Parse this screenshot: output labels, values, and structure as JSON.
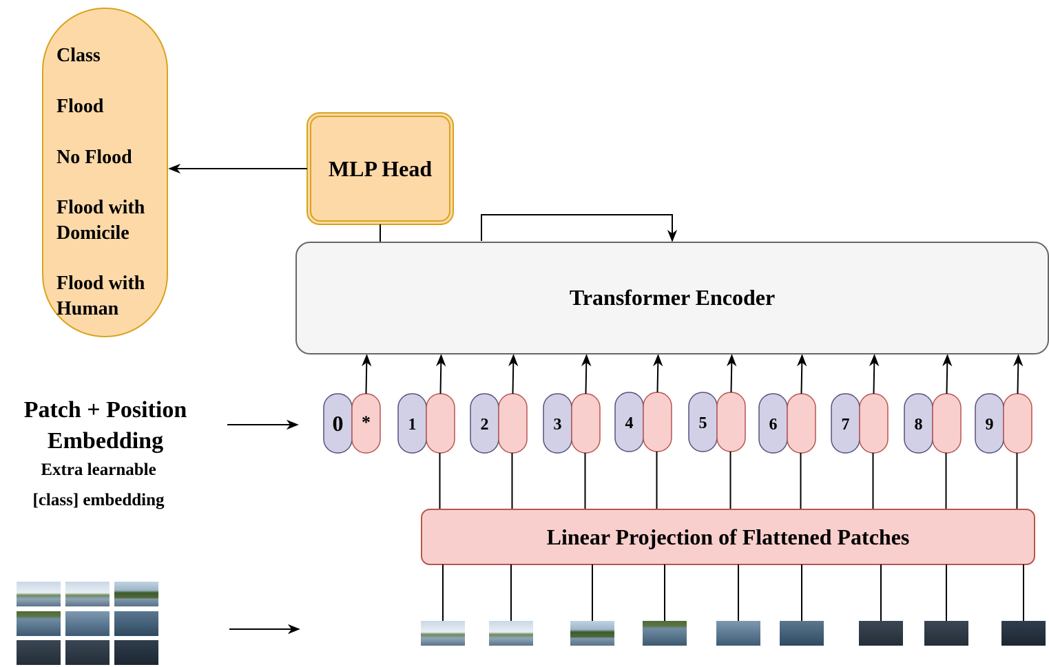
{
  "output_classes": {
    "header": "Class",
    "items": [
      "Flood",
      "No Flood",
      "Flood with\nDomicile",
      "Flood with\nHuman"
    ]
  },
  "mlp_head": {
    "label": "MLP Head"
  },
  "encoder": {
    "label": "Transformer Encoder"
  },
  "embedding": {
    "title_line1": "Patch + Position",
    "title_line2": "Embedding",
    "extra_line1": "Extra learnable",
    "extra_line2": "[class] embedding",
    "class_token_symbol": "*",
    "positions": [
      "0",
      "1",
      "2",
      "3",
      "4",
      "5",
      "6",
      "7",
      "8",
      "9"
    ]
  },
  "projection": {
    "label": "Linear Projection of Flattened Patches"
  },
  "patches": {
    "count": 9,
    "tones": [
      "sky-shore",
      "sky-shore",
      "treeline",
      "treeline-water",
      "water-light",
      "water-mid",
      "water-dark",
      "water-dark",
      "water-darker"
    ]
  },
  "colors": {
    "output_fill": "#fdd9a8",
    "output_stroke": "#d6a41c",
    "encoder_fill": "#f5f5f5",
    "encoder_stroke": "#666666",
    "pos_fill": "#d1d0e6",
    "pos_stroke": "#56517e",
    "patch_fill": "#f8cfcd",
    "patch_stroke": "#b85450"
  }
}
